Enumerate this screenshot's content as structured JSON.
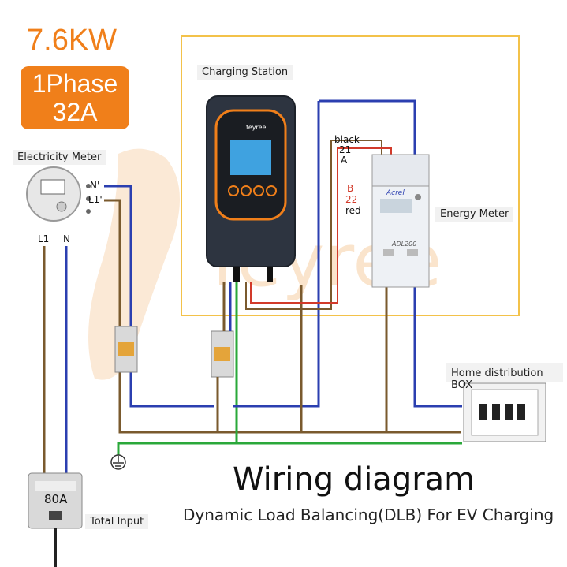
{
  "header": {
    "power": "7.6KW",
    "phase_line1": "1Phase",
    "phase_line2": "32A"
  },
  "labels": {
    "electricity_meter": "Electricity Meter",
    "charging_station": "Charging Station",
    "energy_meter": "Energy Meter",
    "home_box": "Home distribution BOX",
    "total_input": "Total Input",
    "main_breaker": "80A",
    "n_prime": "N'",
    "l1_prime": "L1'",
    "l1": "L1",
    "n": "N",
    "black": "black",
    "num21": "21",
    "a": "A",
    "b": "B",
    "num22": "22",
    "red": "red",
    "meter_brand": "Acrel",
    "meter_model": "ADL200",
    "charger_brand": "feyree",
    "watermark": "feyree"
  },
  "footer": {
    "title": "Wiring diagram",
    "subtitle": "Dynamic Load Balancing(DLB) For EV Charging"
  },
  "colors": {
    "accent": "#f07f1a",
    "phase": "#7a5a2e",
    "neutral": "#2b3fb0",
    "earth": "#2aa83a",
    "signal": "#d23a2a"
  }
}
